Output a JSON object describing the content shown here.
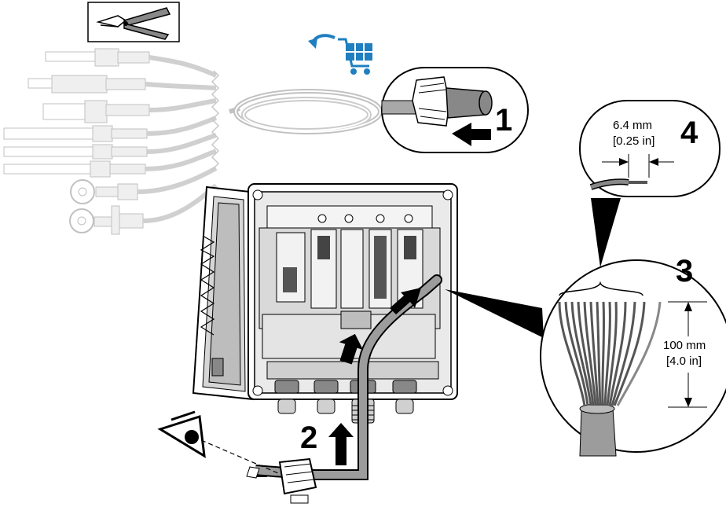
{
  "steps": {
    "step1": "1",
    "step2": "2",
    "step3": "3",
    "step4": "4"
  },
  "dimensions": {
    "strip_length_mm": "6.4 mm",
    "strip_length_in": "[0.25 in]",
    "jacket_length_mm": "100 mm",
    "jacket_length_in": "[4.0 in]"
  },
  "icons": {
    "tool": "wire-cutter-icon",
    "cart": "shopping-cart-icon",
    "eye": "eye-icon"
  },
  "colors": {
    "cart": "#1f7fc0",
    "cable": "#b8b8b8",
    "sensor": "#d4d4d4",
    "line": "#000000"
  },
  "sensor_count": 8
}
